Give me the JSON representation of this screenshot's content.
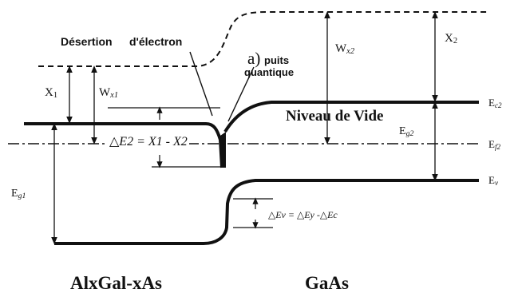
{
  "colors": {
    "line": "#111111",
    "background": "#ffffff"
  },
  "labels": {
    "deserted": "Désertion",
    "electron": "d'électron",
    "a_marker": "a)",
    "puits": "puits",
    "quantique": "quantique",
    "x1_main": "X",
    "x1_sub": "1",
    "wx1_main": "W",
    "wx1_sub": "x1",
    "wx2_main": "W",
    "wx2_sub": "x2",
    "x2_main": "X",
    "x2_sub": "2",
    "ec2_main": "E",
    "ec2_sub": "c2",
    "ef2_main": "E",
    "ef2_sub": "f2",
    "ev_main": "E",
    "ev_sub": "v",
    "eg1_main": "E",
    "eg1_sub": "g1",
    "eg2_main": "E",
    "eg2_sub": "g2",
    "niveau_vide": "Niveau de Vide",
    "delta_e2": "△E2  = X1 - X2",
    "delta_ev": "△Ev = △Ey -△Ec",
    "left_material": "AlxGal-xAs",
    "right_material": "GaAs"
  }
}
